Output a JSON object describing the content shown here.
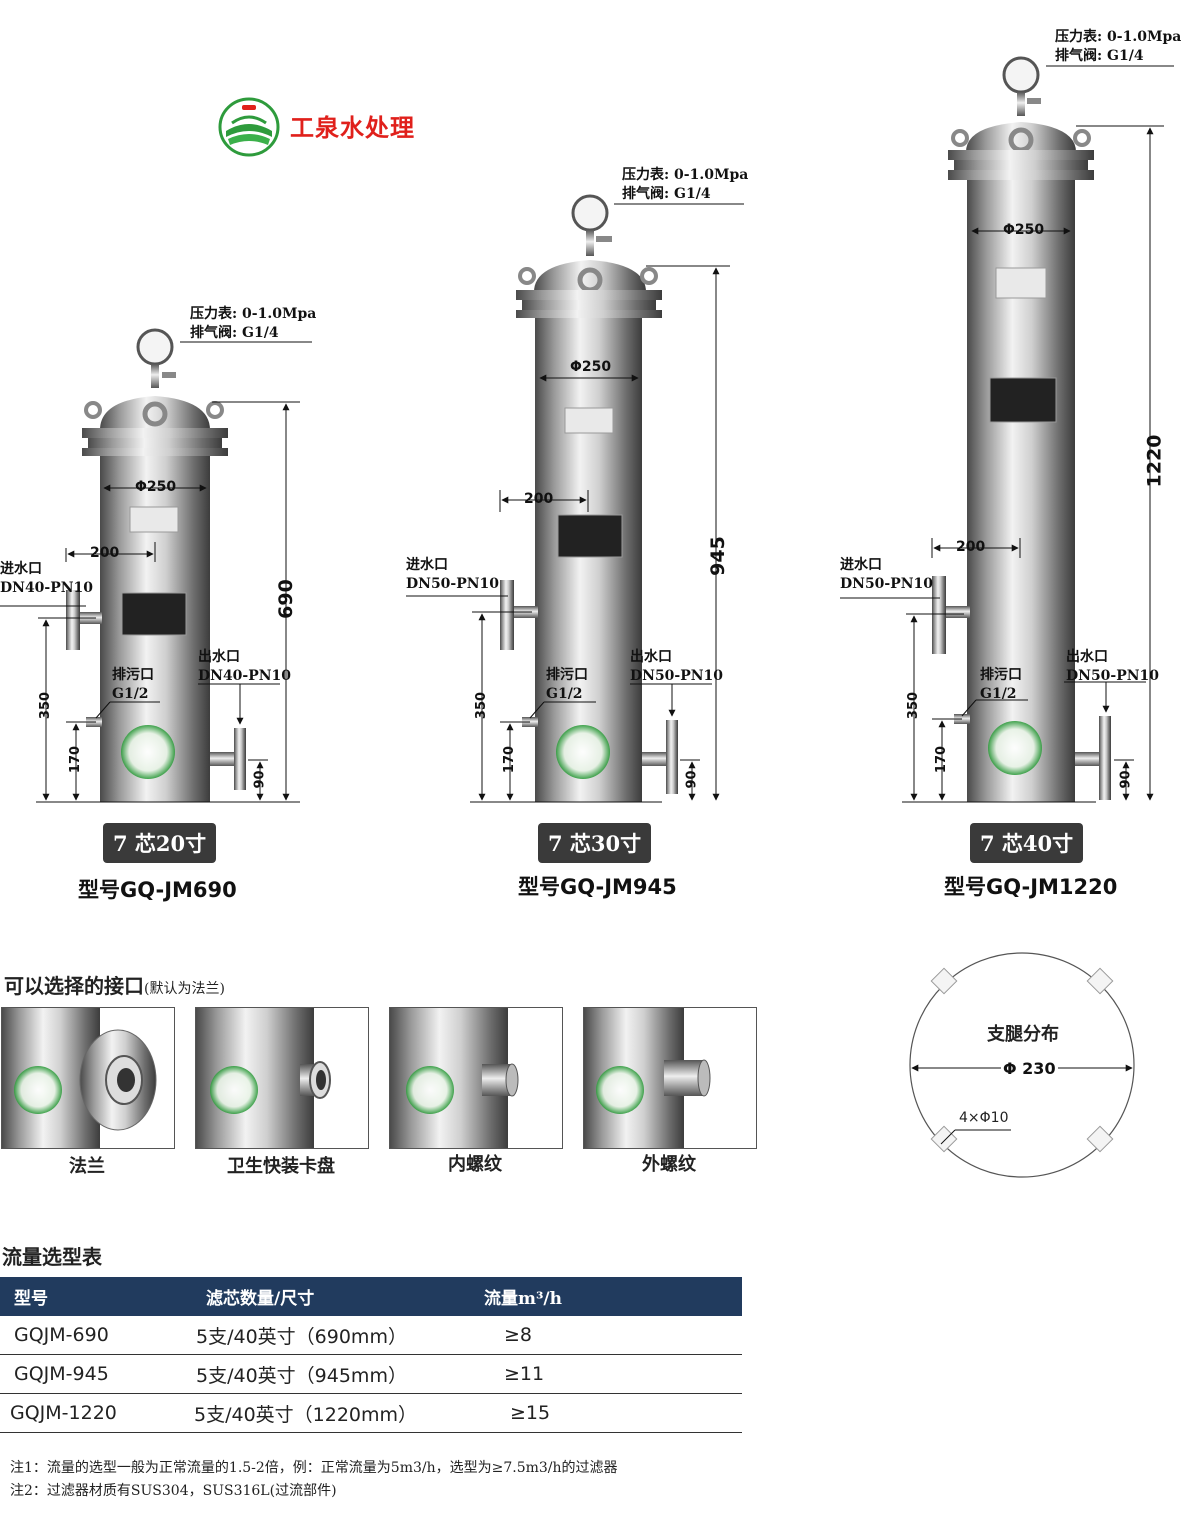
{
  "brand": {
    "name": "工泉水处理"
  },
  "annotations": {
    "gauge_line1": "压力表: 0-1.0Mpa",
    "gauge_line2": "排气阀: G1/4",
    "inlet_label": "进水口",
    "outlet_label": "出水口",
    "drain_label": "排污口",
    "drain_size": "G1/2",
    "dn40": "DN40-PN10",
    "dn50": "DN50-PN10"
  },
  "filters": [
    {
      "model": "型号GQ-JM690",
      "cartridge": "7 芯20寸",
      "height": "690",
      "diameter": "Φ250",
      "offset": "200",
      "inlet_height": "350",
      "drain_height": "170",
      "outlet_height": "90"
    },
    {
      "model": "型号GQ-JM945",
      "cartridge": "7 芯30寸",
      "height": "945",
      "diameter": "Φ250",
      "offset": "200",
      "inlet_height": "350",
      "drain_height": "170",
      "outlet_height": "90"
    },
    {
      "model": "型号GQ-JM1220",
      "cartridge": "7 芯40寸",
      "height": "1220",
      "diameter": "Φ250",
      "offset": "200",
      "inlet_height": "350",
      "drain_height": "170",
      "outlet_height": "90"
    }
  ],
  "connections": {
    "title": "可以选择的接口",
    "subtitle": "(默认为法兰)",
    "items": [
      "法兰",
      "卫生快装卡盘",
      "内螺纹",
      "外螺纹"
    ]
  },
  "legs": {
    "title": "支腿分布",
    "diameter": "Φ 230",
    "holes": "4×Φ10"
  },
  "flow_table": {
    "title": "流量选型表",
    "headers": [
      "型号",
      "滤芯数量/尺寸",
      "流量m³/h"
    ],
    "rows": [
      [
        "GQJM-690",
        "5支/40英寸（690mm）",
        "≥8"
      ],
      [
        "GQJM-945",
        "5支/40英寸（945mm）",
        "≥11"
      ],
      [
        "GQJM-1220",
        "5支/40英寸（1220mm）",
        "≥15"
      ]
    ]
  },
  "notes": [
    "注1：流量的选型一般为正常流量的1.5-2倍，例：正常流量为5m3/h，选型为≥7.5m3/h的过滤器",
    "注2：过滤器材质有SUS304，SUS316L(过流部件)"
  ],
  "colors": {
    "brand_red": "#e0201b",
    "table_header": "#213b5e",
    "pill": "#3a3a3a",
    "logo_green": "#2e9b3c"
  }
}
